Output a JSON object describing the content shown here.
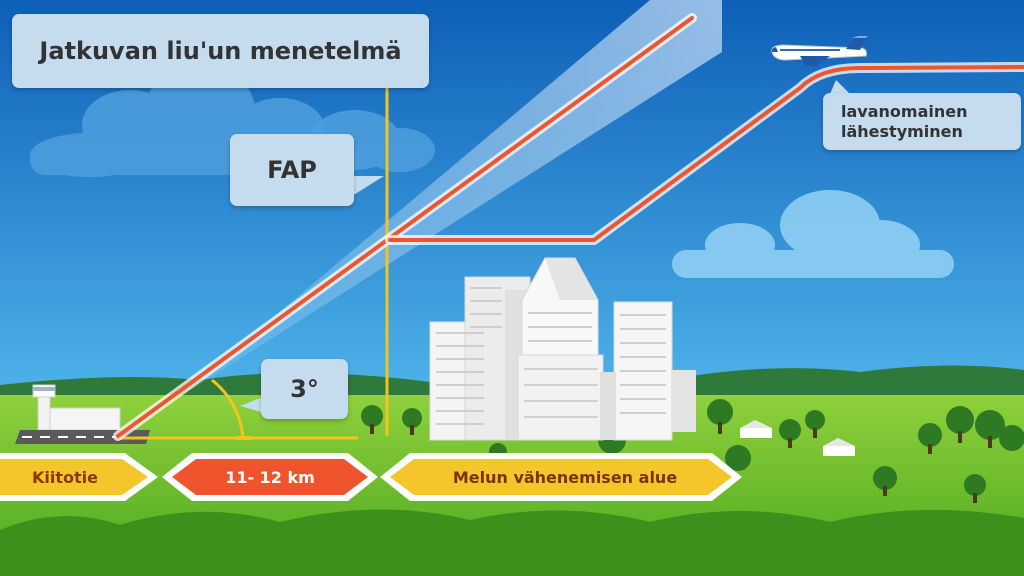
{
  "title": "Jatkuvan liu'un menetelmä",
  "fap_label": "FAP",
  "angle_label": "3°",
  "approach_label": "lavanomainen\nlähestyminen",
  "bottom_labels": {
    "runway": "Kiitotie",
    "distance": "11- 12 km",
    "noise": "Melun vähenemisen alue"
  },
  "colors": {
    "sky_top": "#0e5fb8",
    "sky_bottom": "#4fb4ea",
    "grass": "#6cbf2c",
    "flight_path": "#f0542c",
    "guide_line": "#f2c41c",
    "callout_bg": "#c4dcee",
    "distance_arrow": "#f0542c",
    "label_arrow": "#f5c52c"
  },
  "icons": [
    "airplane-icon",
    "control-tower-icon",
    "city-buildings-icon",
    "tree-icon",
    "house-icon",
    "cloud-icon"
  ]
}
